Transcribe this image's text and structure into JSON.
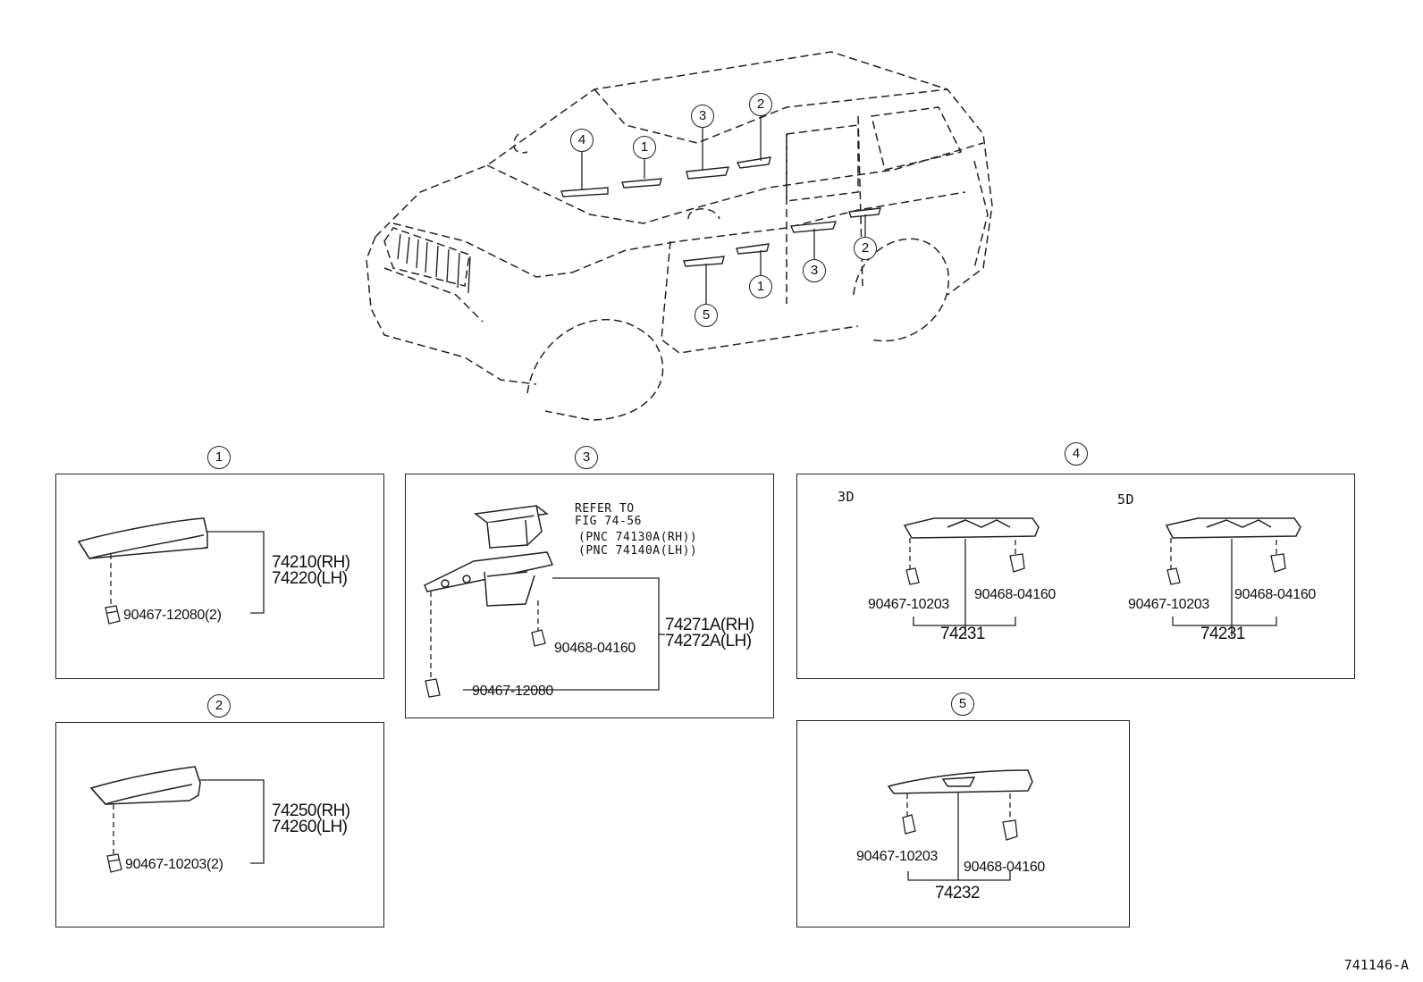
{
  "callouts": {
    "c1": "1",
    "c2": "2",
    "c3": "3",
    "c4": "4",
    "c5": "5"
  },
  "vehicle_callouts": [
    "4",
    "1",
    "3",
    "2",
    "2",
    "3",
    "1",
    "5"
  ],
  "panel1": {
    "part_a": "74210(RH)",
    "part_b": "74220(LH)",
    "clip": "90467-12080(2)"
  },
  "panel2": {
    "part_a": "74250(RH)",
    "part_b": "74260(LH)",
    "clip": "90467-10203(2)"
  },
  "panel3": {
    "refer": [
      "REFER TO",
      "FIG 74-56",
      "(PNC 74130A(RH))",
      "(PNC 74140A(LH))"
    ],
    "part_a": "74271A(RH)",
    "part_b": "74272A(LH)",
    "clip_a": "90468-04160",
    "clip_b": "90467-12080"
  },
  "panel4": {
    "variant_3d": "3D",
    "variant_5d": "5D",
    "clip_a": "90467-10203",
    "clip_b": "90468-04160",
    "part": "74231"
  },
  "panel5": {
    "clip_a": "90467-10203",
    "clip_b": "90468-04160",
    "part": "74232"
  },
  "figure_id": "741146-A"
}
